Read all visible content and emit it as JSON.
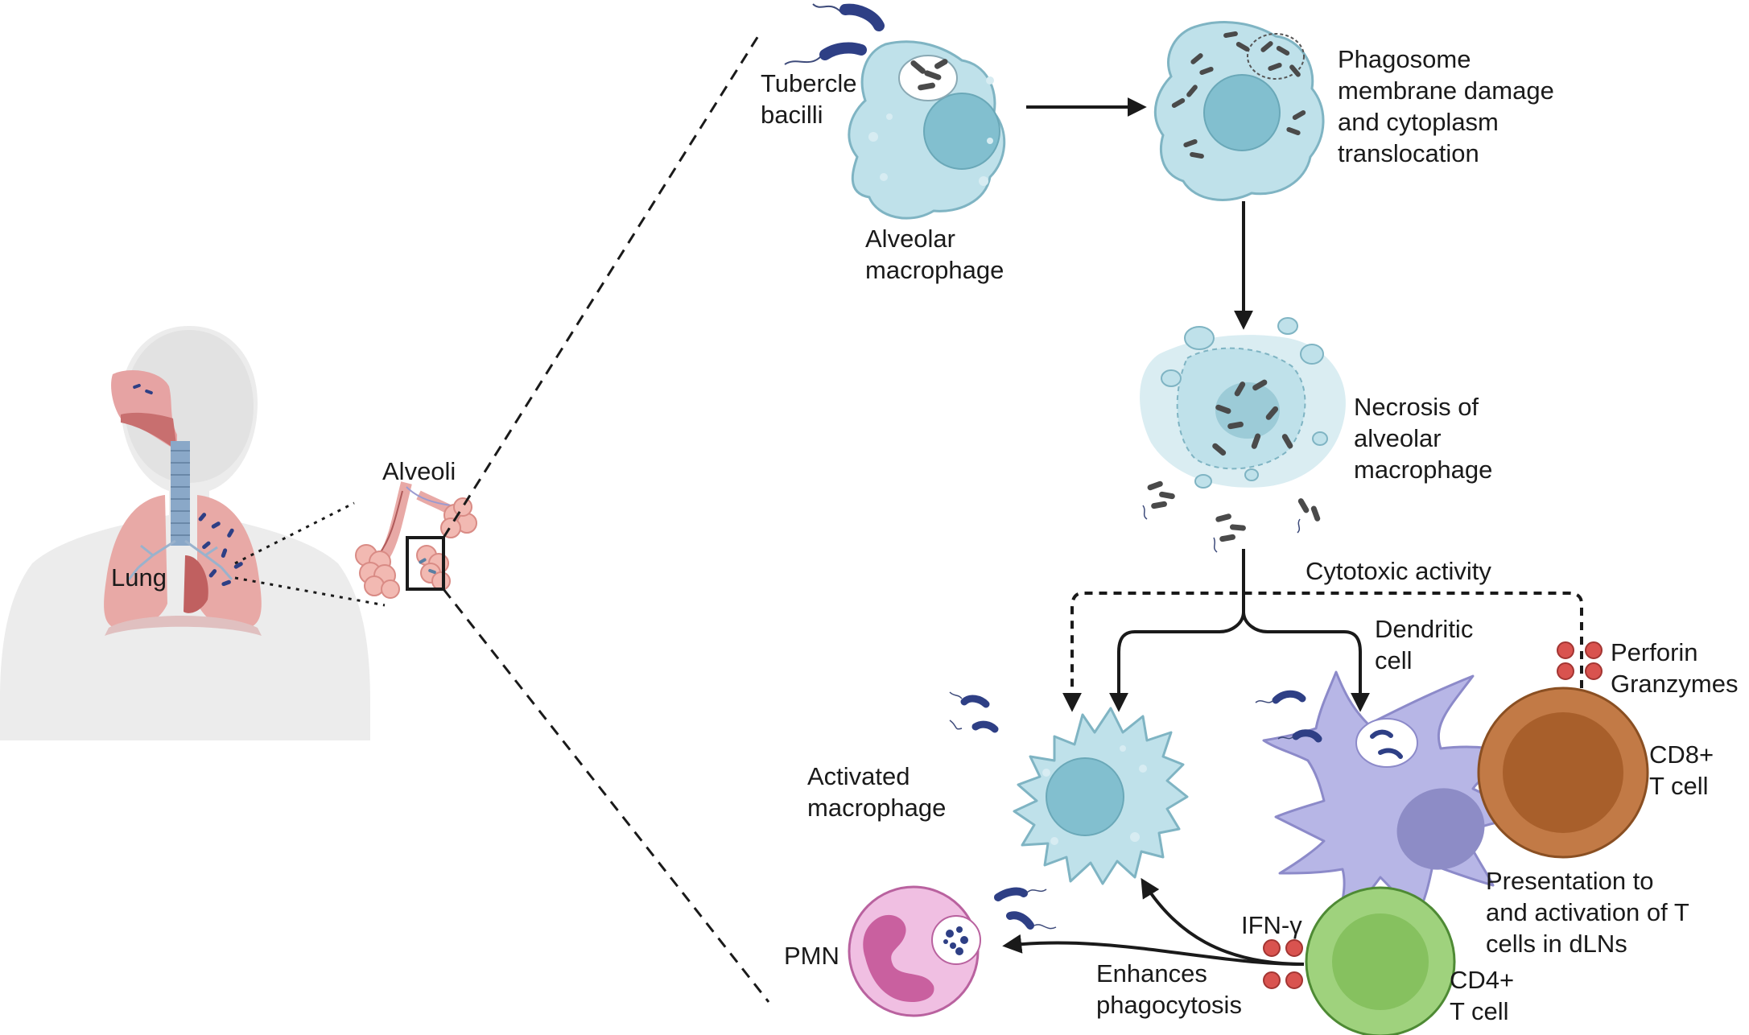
{
  "labels": {
    "lung": "Lung",
    "alveoli": "Alveoli",
    "tubercle": [
      "Tubercle",
      "bacilli"
    ],
    "alveolar_macrophage": [
      "Alveolar",
      "macrophage"
    ],
    "phagosome": [
      "Phagosome",
      "membrane damage",
      "and cytoplasm",
      "translocation"
    ],
    "necrosis": [
      "Necrosis of",
      "alveolar",
      "macrophage"
    ],
    "cytotoxic": "Cytotoxic activity",
    "dendritic": [
      "Dendritic",
      "cell"
    ],
    "perforin": "Perforin",
    "granzymes": "Granzymes",
    "cd8": [
      "CD8+",
      "T cell"
    ],
    "activated_macrophage": [
      "Activated",
      "macrophage"
    ],
    "presentation": [
      "Presentation to",
      "and activation of T",
      "cells in dLNs"
    ],
    "ifn": "IFN-γ",
    "pmn": "PMN",
    "enhances": [
      "Enhances",
      "phagocytosis"
    ],
    "cd4": [
      "CD4+",
      "T cell"
    ]
  },
  "colors": {
    "macrophage_fill": "#bfe1ea",
    "macrophage_nucleus": "#82bfcf",
    "dendritic_fill": "#b7b6e6",
    "cd8_fill": "#c27a46",
    "cd4_fill": "#9fd27d",
    "pmn_fill": "#f0bfe2",
    "cytokine_dot": "#d9534f",
    "bacillus": "#2e3f85",
    "lung_fill": "#e8a9a6",
    "body_silhouette": "#ececec"
  }
}
